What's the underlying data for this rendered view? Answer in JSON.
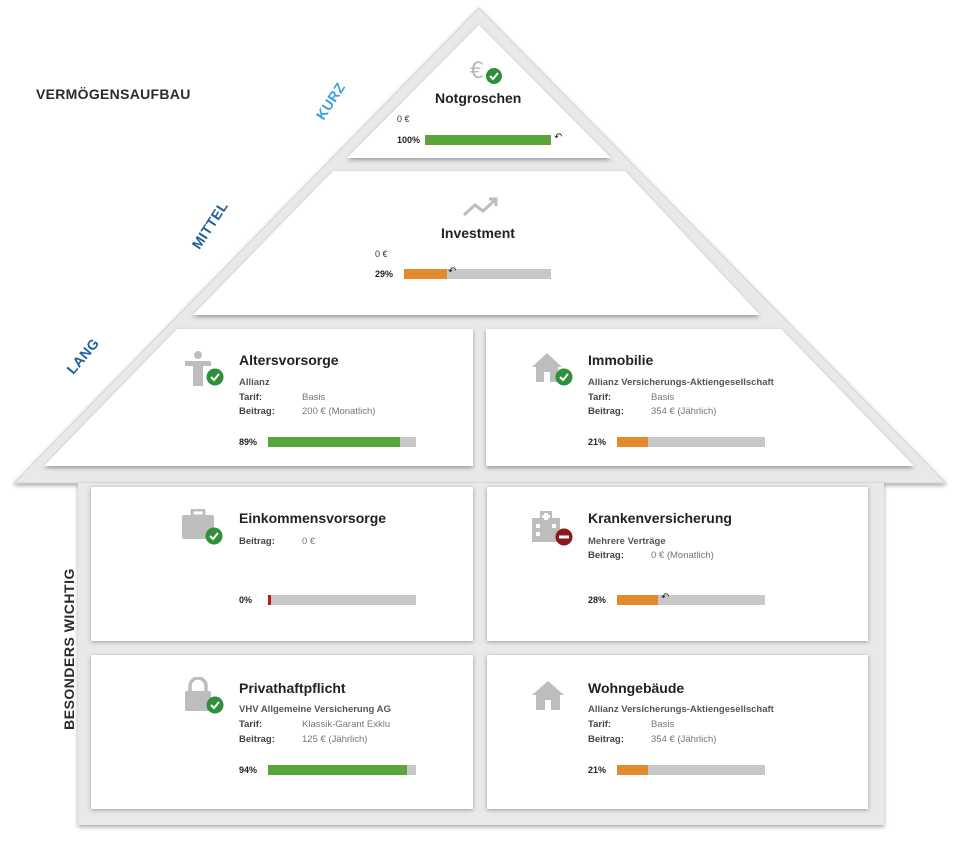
{
  "labels": {
    "vermoegensaufbau": "VERMÖGENSAUFBAU",
    "kurz": "KURZ",
    "mittel": "MITTEL",
    "lang": "LANG",
    "besonders_wichtig": "BESONDERS WICHTIG"
  },
  "field_labels": {
    "tarif": "Tarif:",
    "beitrag": "Beitrag:"
  },
  "colors": {
    "green": "#5aa53a",
    "orange": "#e38a2c",
    "red": "#b32020",
    "kurz_blue": "#3aa0e0",
    "dark_blue": "#1f5f99"
  },
  "notgroschen": {
    "title": "Notgroschen",
    "amount": "0 €",
    "pct": "100%",
    "progress": 1.0
  },
  "investment": {
    "title": "Investment",
    "amount": "0 €",
    "pct": "29%",
    "progress": 0.29
  },
  "altersvorsorge": {
    "title": "Altersvorsorge",
    "provider": "Allianz",
    "tarif": "Basis",
    "beitrag": "200 € (Monatlich)",
    "pct": "89%",
    "progress": 0.89
  },
  "immobilie": {
    "title": "Immobilie",
    "provider": "Allianz Versicherungs-Aktiengesellschaft",
    "tarif": "Basis",
    "beitrag": "354 € (Jährlich)",
    "pct": "21%",
    "progress": 0.21
  },
  "einkommensvorsorge": {
    "title": "Einkommensvorsorge",
    "beitrag": "0 €",
    "pct": "0%",
    "progress": 0.0
  },
  "krankenversicherung": {
    "title": "Krankenversicherung",
    "provider": "Mehrere Verträge",
    "beitrag": "0 € (Monatlich)",
    "pct": "28%",
    "progress": 0.28
  },
  "privathaftpflicht": {
    "title": "Privathaftpflicht",
    "provider": "VHV Allgemeine Versicherung AG",
    "tarif": "Klassik-Garant Exklu",
    "beitrag": "125 € (Jährlich)",
    "pct": "94%",
    "progress": 0.94
  },
  "wohngebaeude": {
    "title": "Wohngebäude",
    "provider": "Allianz Versicherungs-Aktiengesellschaft",
    "tarif": "Basis",
    "beitrag": "354 € (Jährlich)",
    "pct": "21%",
    "progress": 0.21
  },
  "icons": {
    "notgroschen": "euro-icon",
    "investment": "trend-up-icon",
    "altersvorsorge": "person-icon",
    "immobilie": "house-icon",
    "einkommensvorsorge": "briefcase-icon",
    "krankenversicherung": "hospital-icon",
    "privathaftpflicht": "lock-icon",
    "wohngebaeude": "house-icon"
  }
}
